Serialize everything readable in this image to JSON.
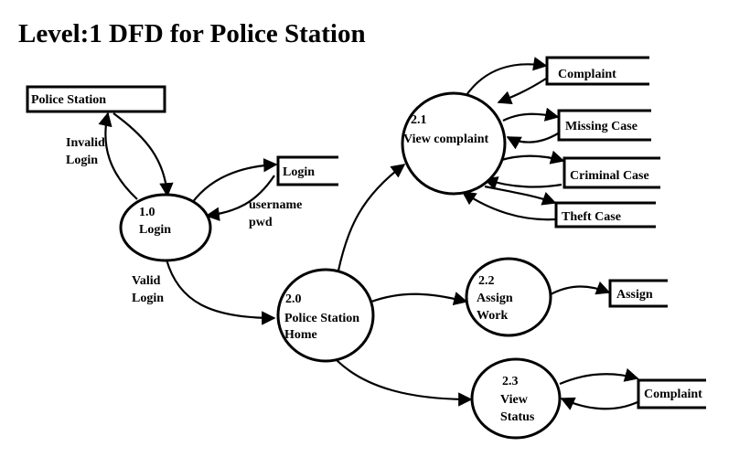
{
  "title": "Level:1 DFD  for Police Station",
  "entities": {
    "police_station": "Police Station"
  },
  "processes": {
    "p1": {
      "num": "1.0",
      "name": [
        "Login"
      ]
    },
    "p2": {
      "num": "2.0",
      "name": [
        "Police Station",
        "Home"
      ]
    },
    "p21": {
      "num": "2.1",
      "name": [
        "View complaint"
      ]
    },
    "p22": {
      "num": "2.2",
      "name": [
        "Assign",
        "Work"
      ]
    },
    "p23": {
      "num": "2.3",
      "name": [
        "View",
        "Status"
      ]
    }
  },
  "stores": {
    "login": "Login",
    "complaint_top": "Complaint",
    "missing_case": "Missing Case",
    "criminal_case": "Criminal Case",
    "theft_case": "Theft Case",
    "assign": "Assign",
    "complaint_bottom": "Complaint"
  },
  "flows": {
    "invalid_login": [
      "Invalid",
      "Login"
    ],
    "valid_login": [
      "Valid",
      "Login"
    ],
    "username_pwd": [
      "username",
      "pwd"
    ]
  }
}
